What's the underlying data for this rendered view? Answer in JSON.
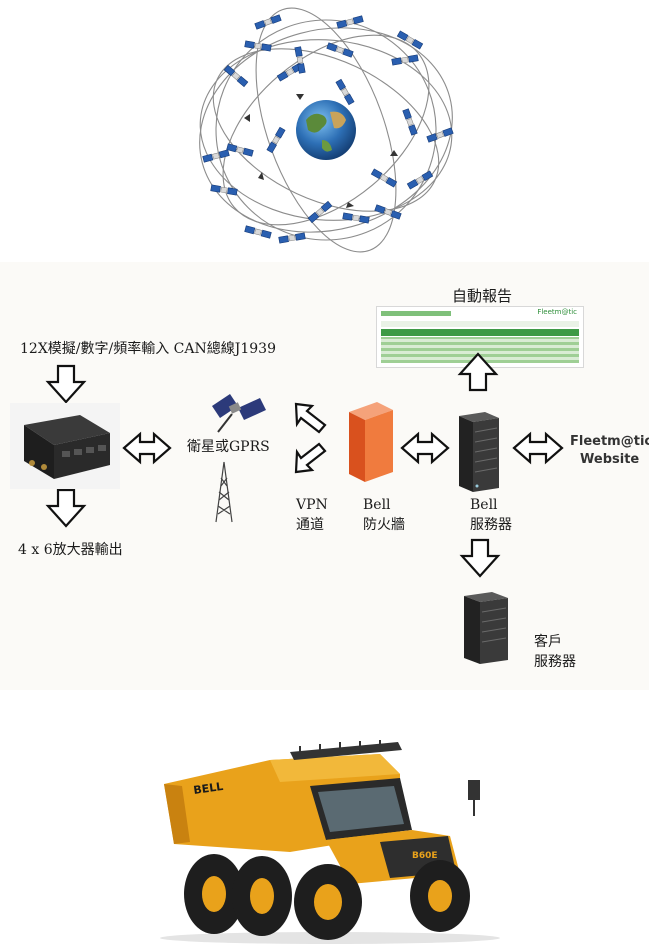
{
  "labels": {
    "inputs": "12X模擬/數字/頻率輸入 CAN總線J1939",
    "outputs": "4 x 6放大器輸出",
    "link": "衛星或GPRS",
    "vpn_line1": "VPN",
    "vpn_line2": "通道",
    "firewall_line1": "Bell",
    "firewall_line2": "防火牆",
    "server_line1": "Bell",
    "server_line2": "服務器",
    "auto_report": "自動報告",
    "fleetmatic_line1": "Fleetm@tic",
    "fleetmatic_line2": "Website",
    "client_line1": "客戶",
    "client_line2": "服務器",
    "report_brand": "Fleetm@tic",
    "truck_badge": "BELL",
    "truck_model": "B60E"
  },
  "icons": {
    "globe": "satellite-constellation-globe-icon",
    "controller": "controller-unit-icon",
    "satellite": "satellite-icon",
    "tower": "radio-tower-icon",
    "firewall": "firewall-icon",
    "server": "server-icon",
    "report": "report-screenshot-icon",
    "truck": "articulated-dump-truck-icon"
  },
  "colors": {
    "truck_yellow": "#e9a21b",
    "firewall_orange": "#ef6f2c",
    "globe_blue": "#3a6fb0",
    "report_green": "#2f8f3a"
  }
}
